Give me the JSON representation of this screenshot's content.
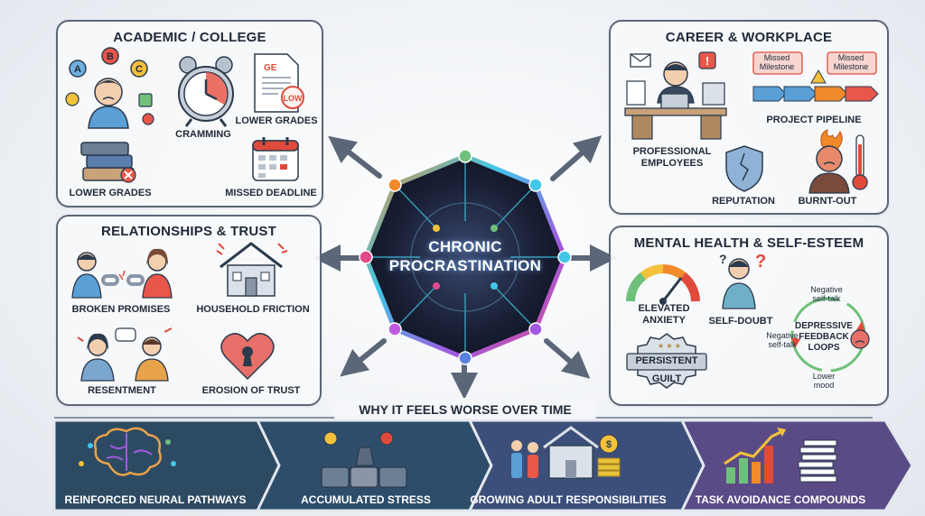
{
  "hub": {
    "line1": "CHRONIC",
    "line2": "PROCRASTINATION"
  },
  "panels": {
    "academic": {
      "title": "ACADEMIC / COLLEGE",
      "grade_letters": [
        "A",
        "B",
        "C"
      ],
      "paper_grade": "GE",
      "stamp": "LOW",
      "labels": {
        "cramming": "CRAMMING",
        "lower_grades_top": "LOWER GRADES",
        "lower_grades_bottom": "LOWER GRADES",
        "missed_deadline": "MISSED DEADLINE"
      }
    },
    "career": {
      "title": "CAREER & WORKPLACE",
      "milestone_1": "Missed Milestone",
      "milestone_2": "Missed Milestone",
      "labels": {
        "project_pipeline": "PROJECT PIPELINE",
        "professional_employees_1": "PROFESSIONAL",
        "professional_employees_2": "EMPLOYEES",
        "reputation": "REPUTATION",
        "burnt_out": "BURNT-OUT"
      }
    },
    "relationships": {
      "title": "RELATIONSHIPS & TRUST",
      "labels": {
        "broken_promises": "BROKEN PROMISES",
        "household_friction": "HOUSEHOLD FRICTION",
        "resentment": "RESENTMENT",
        "erosion_of_trust": "EROSION OF TRUST"
      }
    },
    "mental": {
      "title": "MENTAL HEALTH & SELF-ESTEEM",
      "labels": {
        "elevated_1": "ELEVATED",
        "elevated_2": "ANXIETY",
        "self_doubt": "SELF-DOUBT",
        "guilt_1": "PERSISTENT",
        "guilt_2": "GUILT",
        "loop_1": "DEPRESSIVE",
        "loop_2": "FEEDBACK",
        "loop_3": "LOOPS",
        "neg_top_1": "Negative",
        "neg_top_2": "self-talk",
        "neg_left_1": "Negative",
        "neg_left_2": "self-talk",
        "lower_1": "Lower",
        "lower_2": "mood"
      }
    }
  },
  "banner": "WHY IT FEELS WORSE OVER TIME",
  "timeline": [
    {
      "label": "REINFORCED NEURAL PATHWAYS",
      "color": "#2d4a63"
    },
    {
      "label": "ACCUMULATED STRESS",
      "color": "#2e4d6a"
    },
    {
      "label": "GROWING ADULT RESPONSIBILITIES",
      "color": "#3c4f7a"
    },
    {
      "label": "TASK AVOIDANCE COMPOUNDS",
      "color": "#5a4b86"
    }
  ],
  "colors": {
    "accent_cyan": "#41c8e8",
    "accent_orange": "#f08a2a",
    "accent_red": "#e04a3a",
    "panel_border": "#5b6778"
  }
}
